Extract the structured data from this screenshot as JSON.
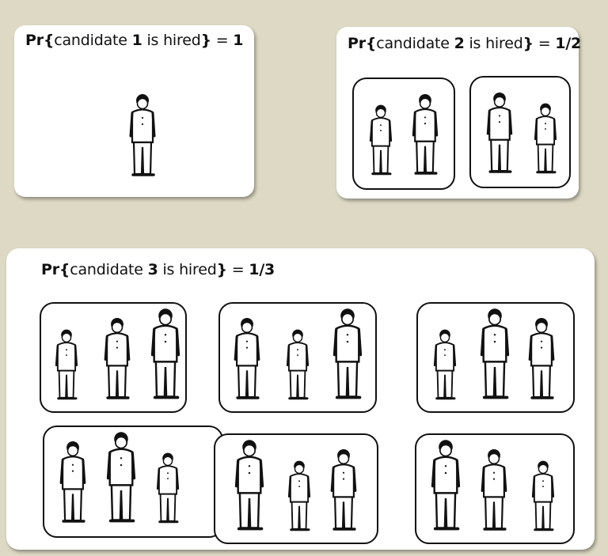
{
  "title_prefix": "Pr",
  "title_open": "{",
  "title_close": "}",
  "word_candidate": "candidate",
  "word_is_hired": "is hired",
  "panels": [
    {
      "candidate": "1",
      "probability": "1"
    },
    {
      "candidate": "2",
      "probability": "1/2"
    },
    {
      "candidate": "3",
      "probability": "1/3"
    }
  ],
  "icon": "standing-person-icon"
}
